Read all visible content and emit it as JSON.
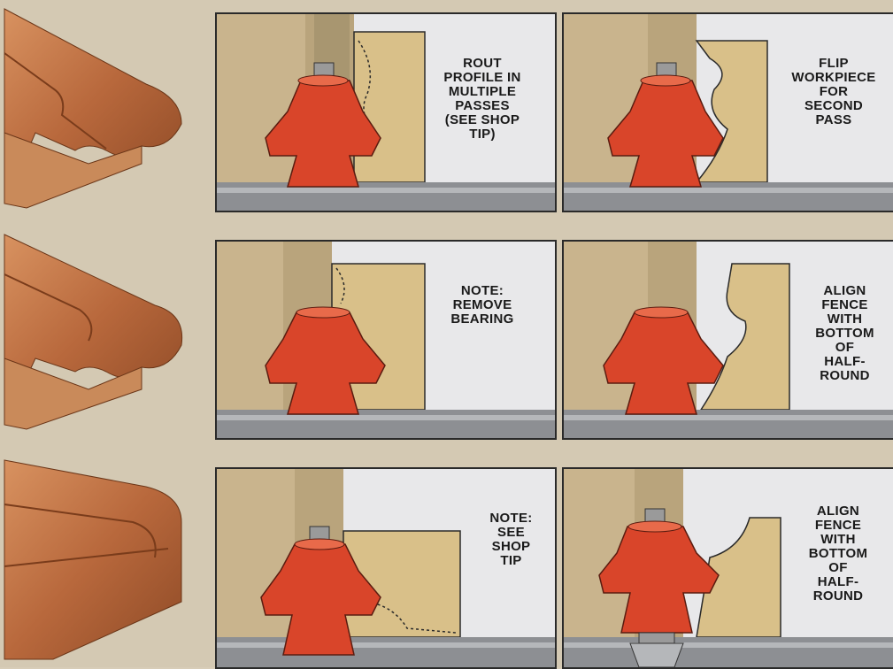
{
  "steps": [
    {
      "left_caption": "ROUT\nPROFILE IN\nMULTIPLE\nPASSES\n(SEE SHOP\nTIP)",
      "right_caption": "FLIP\nWORKPIECE\nFOR\nSECOND\nPASS"
    },
    {
      "left_caption": "NOTE:\nREMOVE\nBEARING",
      "right_caption": "ALIGN\nFENCE\nWITH\nBOTTOM\nOF\nHALF-\nROUND"
    },
    {
      "left_caption": "NOTE:\nSEE\nSHOP\nTIP",
      "right_caption": "ALIGN\nFENCE\nWITH\nBOTTOM\nOF\nHALF-\nROUND"
    }
  ],
  "colors": {
    "background": "#d4c9b3",
    "fence_board": "#c9b48d",
    "fence_face": "#e8e8ea",
    "workpiece": "#d9c089",
    "router_bit": "#d9452a",
    "table": "#8d8f93",
    "molding_wood": "#b8683c"
  }
}
